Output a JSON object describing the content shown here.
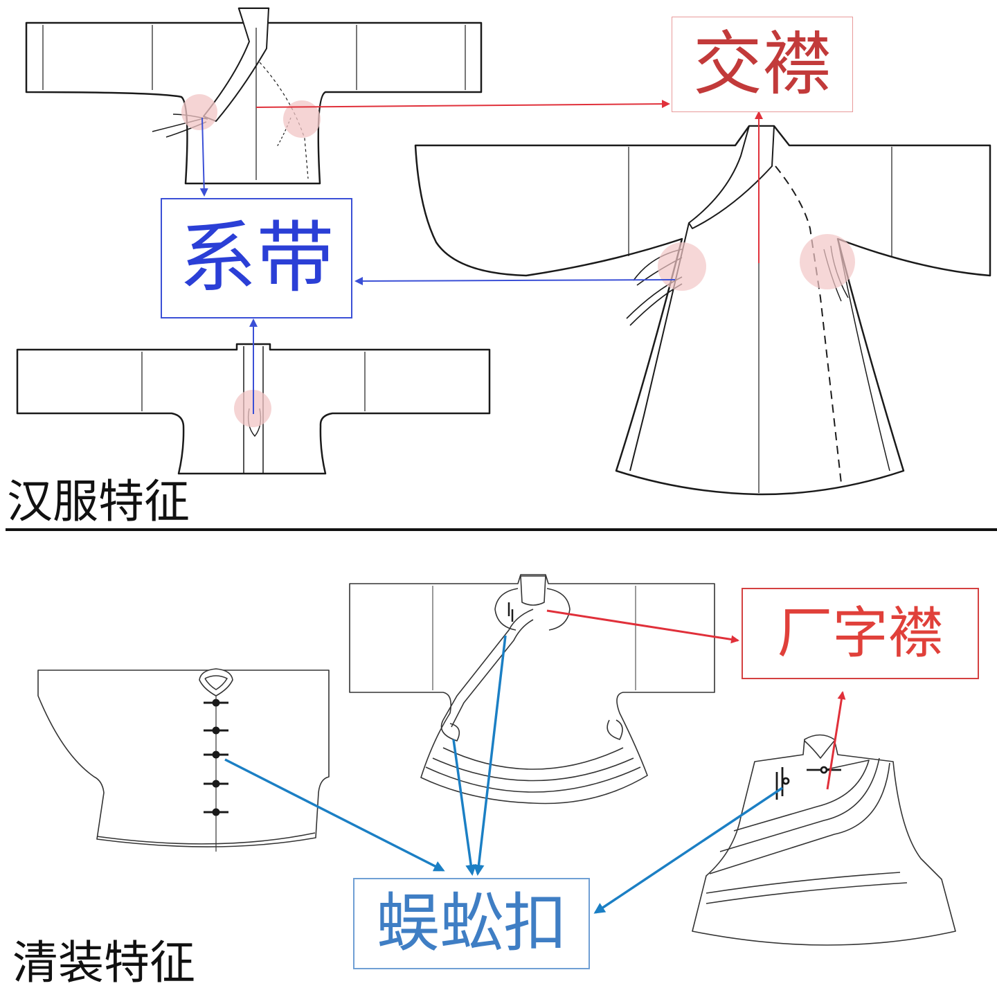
{
  "sections": {
    "hanfu_title": "汉服特征",
    "qing_title": "清装特征"
  },
  "labels": {
    "jiaojin": "交襟",
    "xidai": "系带",
    "changzijin": "厂字襟",
    "wugongkou": "蜈蚣扣"
  },
  "colors": {
    "red_label": "#c23a3a",
    "red_arrow": "#e0303a",
    "blue_label": "#2b3fd6",
    "blue_arrow": "#3a4fd6",
    "teal_label": "#3f7ec4",
    "teal_arrow": "#1b7fc4",
    "highlight": "#f2c6c6",
    "line": "#1a1a1a"
  }
}
